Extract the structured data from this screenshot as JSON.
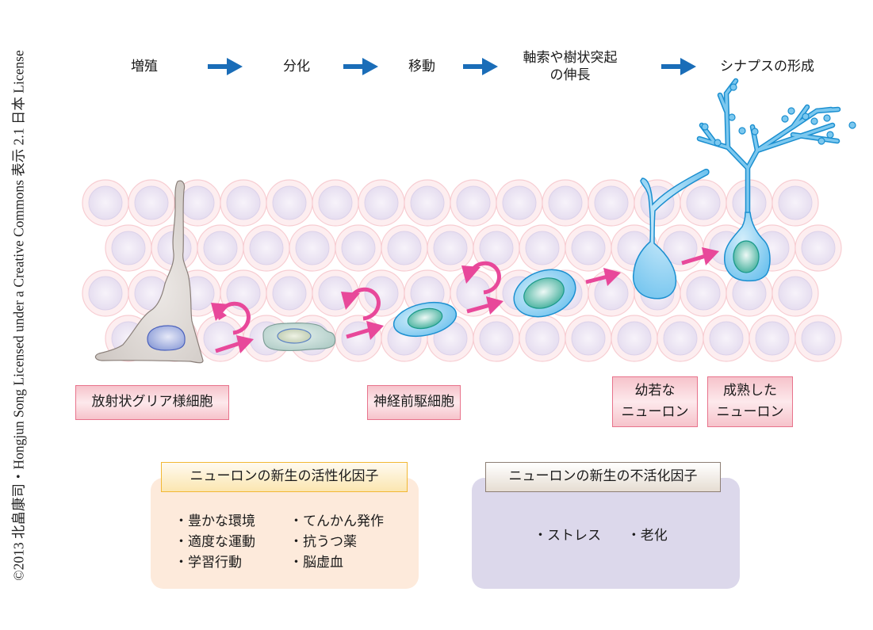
{
  "copyright": "©2013 北畠康司・Hongjun Song Licensed under a Creative Commons 表示 2.1 日本 License",
  "steps": [
    {
      "label": "増殖"
    },
    {
      "label": "分化"
    },
    {
      "label": "移動"
    },
    {
      "label": "軸索や樹状突起\nの伸長",
      "line1": "軸索や樹状突起",
      "line2": "の伸長"
    },
    {
      "label": "シナプスの形成"
    }
  ],
  "cell_labels": {
    "radial_glia": "放射状グリア様細胞",
    "progenitor": "神経前駆細胞",
    "immature_line1": "幼若な",
    "immature_line2": "ニューロン",
    "mature_line1": "成熟した",
    "mature_line2": "ニューロン"
  },
  "activators": {
    "title": "ニューロンの新生の活性化因子",
    "col1": [
      "・豊かな環境",
      "・適度な運動",
      "・学習行動"
    ],
    "col2": [
      "・てんかん発作",
      "・抗うつ薬",
      "・脳虚血"
    ]
  },
  "inhibitors": {
    "title": "ニューロンの新生の不活化因子",
    "items": [
      "・ストレス",
      "・老化"
    ]
  },
  "colors": {
    "flow_arrow": "#1a6db8",
    "cycle_arrow": "#e8489a",
    "neuron_blue": "#7cc8ef",
    "neuron_outline": "#1b8fd0",
    "nucleus_teal": "#5ab9a8",
    "glia_gray": "#cfc8c4",
    "label_pink": "#f6c3cb",
    "activator_bg": "#fdeadb",
    "activator_title": "#fbdf8e",
    "inhibitor_bg": "#dcd8eb",
    "inhibitor_title": "#ece5dc"
  }
}
